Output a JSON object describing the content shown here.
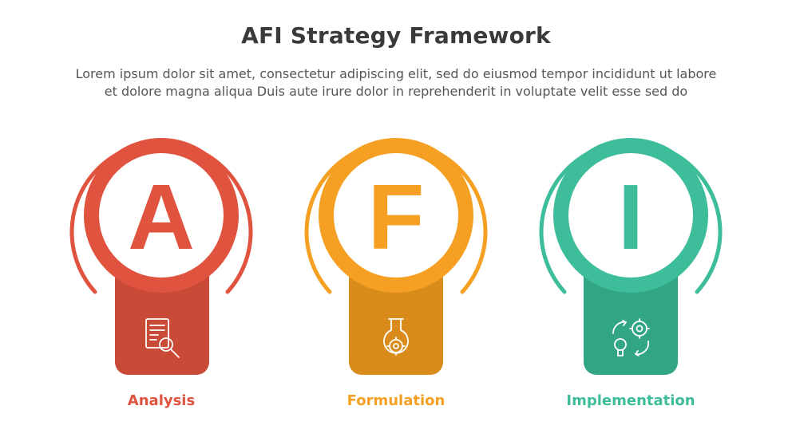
{
  "header": {
    "title": "AFI Strategy Framework",
    "subtitle_line1": "Lorem ipsum dolor sit amet, consectetur adipiscing elit, sed do eiusmod tempor incididunt ut labore",
    "subtitle_line2": "et dolore magna aliqua Duis aute irure dolor in reprehenderit in voluptate velit esse sed do"
  },
  "steps": [
    {
      "letter": "A",
      "label": "Analysis",
      "color": "#e0533f",
      "dark": "#c94a37",
      "icon": "document-search-icon"
    },
    {
      "letter": "F",
      "label": "Formulation",
      "color": "#f5a023",
      "dark": "#d98c1c",
      "icon": "flask-gear-icon"
    },
    {
      "letter": "I",
      "label": "Implementation",
      "color": "#3dbd9a",
      "dark": "#31a584",
      "icon": "idea-gear-cycle-icon"
    }
  ]
}
